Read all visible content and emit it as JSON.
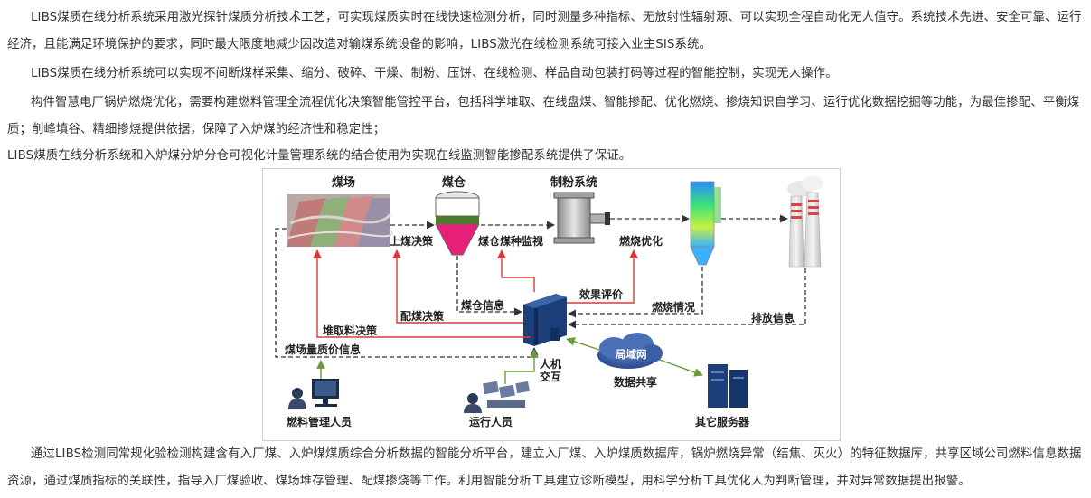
{
  "paragraphs": {
    "p1": "LIBS煤质在线分析系统采用激光探针煤质分析技术工艺，可实现煤质实时在线快速检测分析，同时测量多种指标、无放射性辐射源、可以实现全程自动化无人值守。系统技术先进、安全可靠、运行经济，且能满足环境保护的要求，同时最大限度地减少因改造对输煤系统设备的影响，LIBS激光在线检测系统可接入业主SIS系统。",
    "p2": "LIBS煤质在线分析系统可以实现不间断煤样采集、缩分、破碎、干燥、制粉、压饼、在线检测、样品自动包装打码等过程的智能控制，实现无人操作。",
    "p3": "构件智慧电厂锅炉燃烧优化，需要构建燃料管理全流程优化决策智能管控平台，包括科学堆取、在线盘煤、智能掺配、优化燃烧、掺烧知识自学习、运行优化数据挖掘等功能，为最佳掺配、平衡煤质；削峰填谷、精细掺烧提供依据，保障了入炉煤的经济性和稳定性；",
    "p4": "LIBS煤质在线分析系统和入炉煤分炉分仓可视化计量管理系统的结合使用为实现在线监测智能掺配系统提供了保证。",
    "p5": "通过LIBS检测同常规化验检测构建含有入厂煤、入炉煤煤质综合分析数据的智能分析平台，建立入厂煤、入炉煤质数据库，锅炉燃烧异常（结焦、灭火）的特征数据库，共享区域公司燃料信息数据资源，通过煤质指标的关联性，指导入厂煤验收、煤场堆存管理、配煤掺烧等工作。利用智能分析工具建立诊断模型，用科学分析工具优化人为判断管理，并对异常数据提出报警。"
  },
  "diagram": {
    "nodes": {
      "coal_yard": "煤场",
      "coal_bunker": "煤仓",
      "pulverizing": "制粉系统",
      "network": "局域网",
      "fuel_staff": "燃料管理人员",
      "operators": "运行人员",
      "other_servers": "其它服务器"
    },
    "labels": {
      "loading_decision": "上煤决策",
      "bunker_monitor": "煤仓煤种监视",
      "combustion_opt": "燃烧优化",
      "bunker_info": "煤仓信息",
      "effect_eval": "效果评价",
      "combustion_status": "燃烧情况",
      "blending_decision": "配煤决策",
      "emission_info": "排放信息",
      "stacking_decision": "堆取料决策",
      "yard_quality_info": "煤场量质价信息",
      "hmi_line1": "人机",
      "hmi_line2": "交互",
      "data_sharing": "数据共享"
    },
    "colors": {
      "red_arrow": "#d83a3a",
      "black_dashed": "#333333",
      "green_arrow": "#6b9a3a",
      "server_blue": "#1c3f7a",
      "bunker_pink": "#e8207a",
      "bunker_green": "#4a7a2a",
      "stack_red": "#d94545"
    }
  }
}
